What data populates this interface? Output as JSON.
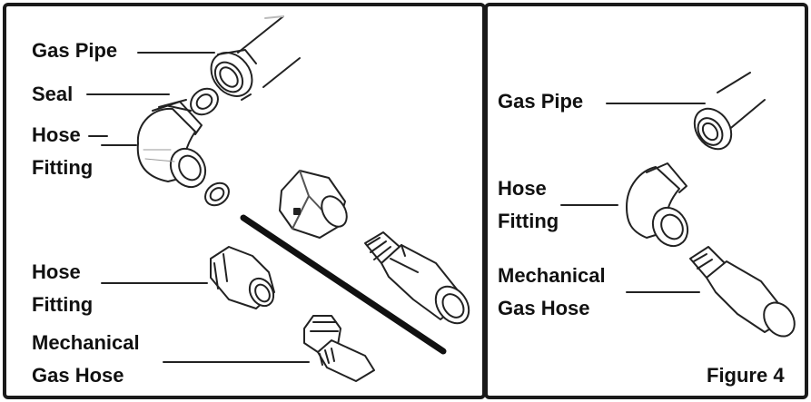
{
  "left_panel": {
    "labels": {
      "gas_pipe": "Gas Pipe",
      "seal": "Seal",
      "hose_fitting_1_line1": "Hose",
      "hose_fitting_1_line2": "Fitting",
      "hose_fitting_2_line1": "Hose",
      "hose_fitting_2_line2": "Fitting",
      "mech_hose_line1": "Mechanical",
      "mech_hose_line2": "Gas Hose"
    }
  },
  "right_panel": {
    "labels": {
      "gas_pipe": "Gas Pipe",
      "hose_fitting_line1": "Hose",
      "hose_fitting_line2": "Fitting",
      "mech_hose_line1": "Mechanical",
      "mech_hose_line2": "Gas Hose"
    },
    "figure_caption": "Figure 4"
  }
}
